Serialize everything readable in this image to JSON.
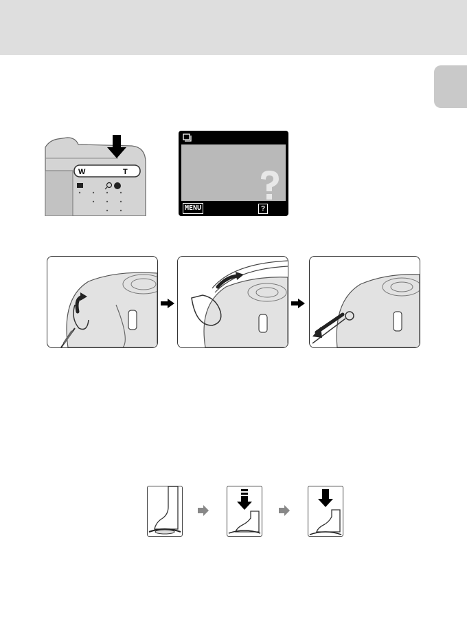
{
  "zoom_control": {
    "wide_label": "W",
    "tele_label": "T"
  },
  "monitor": {
    "menu_label": "MENU",
    "help_label": "?"
  }
}
